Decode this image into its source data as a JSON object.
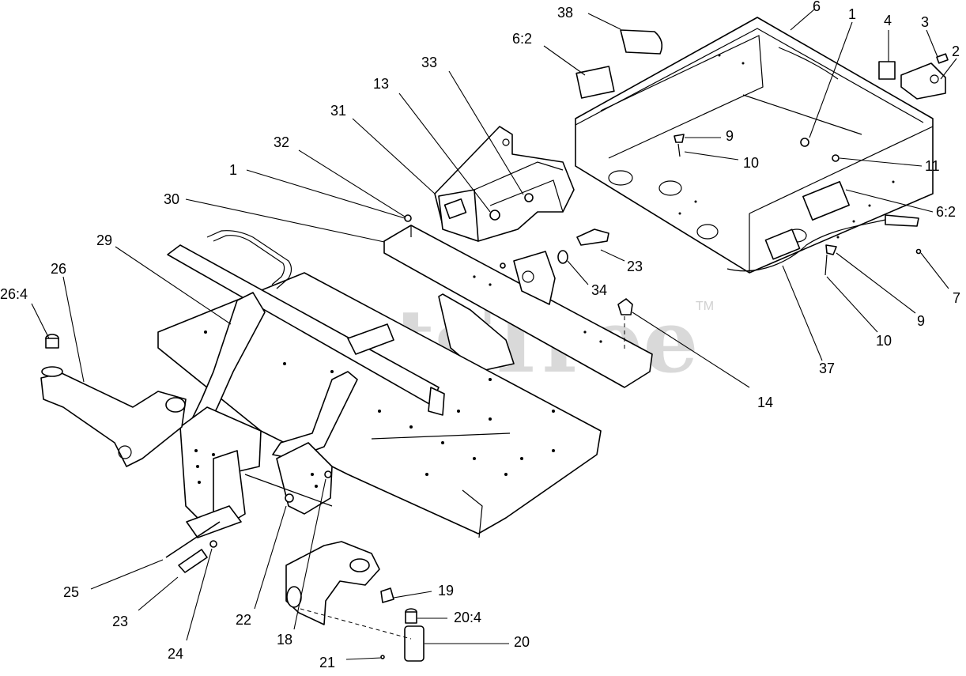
{
  "watermark": {
    "text": "PartsTree",
    "tm": "TM"
  },
  "callouts": {
    "c38": "38",
    "c6": "6",
    "c1a": "1",
    "c4": "4",
    "c3": "3",
    "c2": "2",
    "c62a": "6:2",
    "c33": "33",
    "c13": "13",
    "c31": "31",
    "c32": "32",
    "c1b": "1",
    "c30": "30",
    "c9a": "9",
    "c10a": "10",
    "c11": "11",
    "c62b": "6:2",
    "c29": "29",
    "c26": "26",
    "c264": "26:4",
    "c23a": "23",
    "c34": "34",
    "c7": "7",
    "c9b": "9",
    "c10b": "10",
    "c37": "37",
    "c14": "14",
    "c19": "19",
    "c204": "20:4",
    "c20": "20",
    "c25": "25",
    "c23b": "23",
    "c24": "24",
    "c22": "22",
    "c18": "18",
    "c21": "21"
  }
}
